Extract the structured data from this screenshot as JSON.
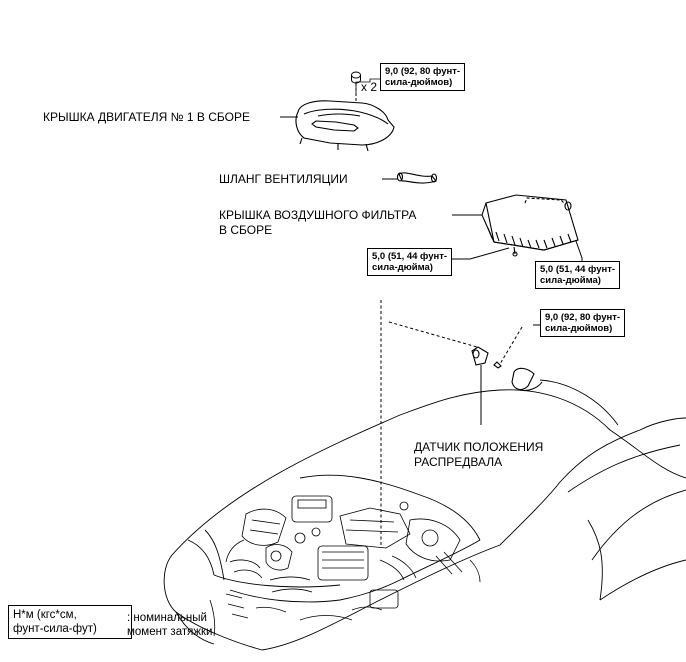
{
  "parts": {
    "engine_cover": "КРЫШКА ДВИГАТЕЛЯ № 1 В СБОРЕ",
    "ventilation_hose": "ШЛАНГ ВЕНТИЛЯЦИИ",
    "air_filter_cover": [
      "КРЫШКА ВОЗДУШНОГО ФИЛЬТРА",
      "В СБОРЕ"
    ],
    "camshaft_sensor": [
      "ДАТЧИК ПОЛОЖЕНИЯ",
      "РАСПРЕДВАЛА"
    ]
  },
  "quantity": "x 2",
  "torques": {
    "engine_cover_nut": [
      "9,0 (92, 80 фунт-",
      "сила-дюймов)"
    ],
    "air_filter_left": [
      "5,0 (51, 44 фунт-",
      "сила-дюйма)"
    ],
    "air_filter_right": [
      "5,0 (51, 44 фунт-",
      "сила-дюйма)"
    ],
    "sensor_bolt": [
      "9,0 (92, 80 фунт-",
      "сила-дюймов)"
    ]
  },
  "legend": {
    "unit_box": [
      "Н*м (кгс*см,",
      "фунт-сила-фут)"
    ],
    "description": [
      ": номинальный",
      "момент затяжки"
    ]
  }
}
